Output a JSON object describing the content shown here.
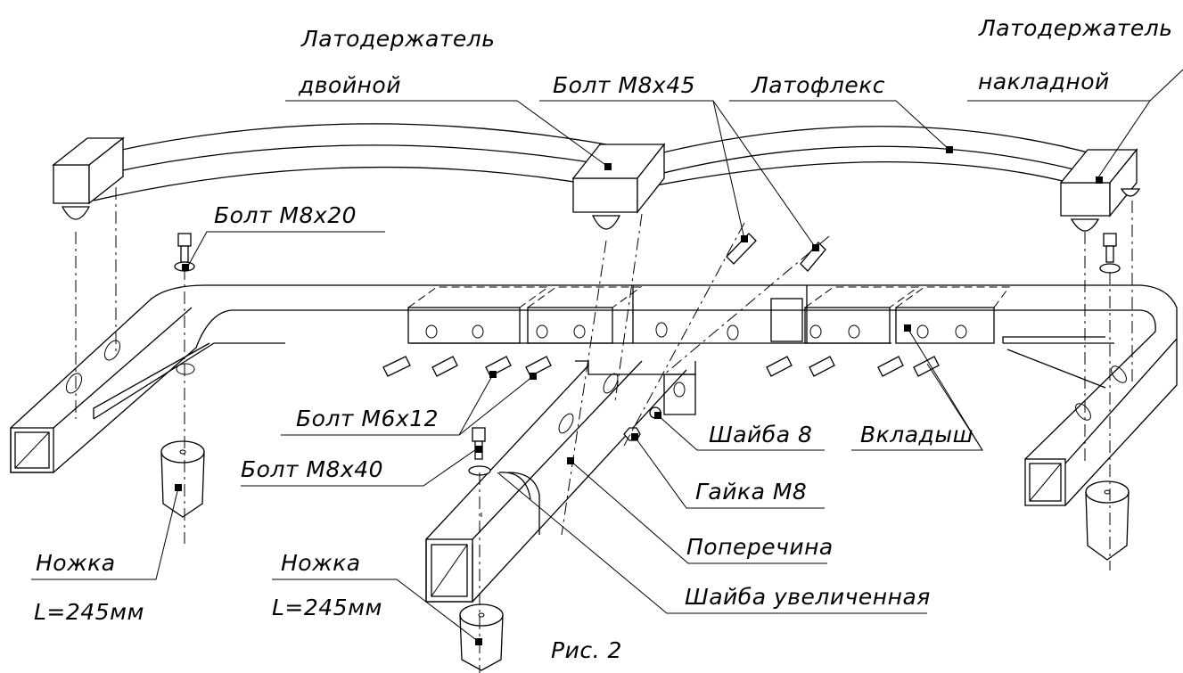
{
  "labels": {
    "latoderzhatel_dvoinoi_1": "Латодержатель",
    "latoderzhatel_dvoinoi_2": "двойной",
    "bolt_m8x45": "Болт М8х45",
    "latoflex": "Латофлекс",
    "latoderzhatel_nakladnoi_1": "Латодержатель",
    "latoderzhatel_nakladnoi_2": "накладной",
    "bolt_m8x20": "Болт М8х20",
    "bolt_m6x12": "Болт М6х12",
    "bolt_m8x40": "Болт М8х40",
    "shaiba_8": "Шайба 8",
    "gaika_m8": "Гайка М8",
    "vkladysh": "Вкладыш",
    "poperechina": "Поперечина",
    "shaiba_uvelichennaya": "Шайба увеличенная",
    "nozhka_left_1": "Ножка",
    "nozhka_left_2": "L=245мм",
    "nozhka_center_1": "Ножка",
    "nozhka_center_2": "L=245мм",
    "figure_caption": "Рис. 2"
  }
}
